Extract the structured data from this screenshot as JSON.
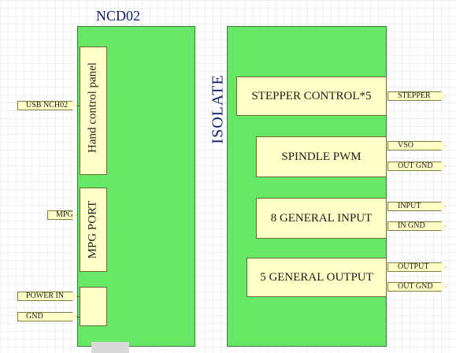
{
  "ncd02": {
    "title": "NCD02",
    "blocks": {
      "hand": "Hand control panel",
      "mpg": "MPG PORT"
    },
    "ports": {
      "usb": "USB NCH02",
      "mpg": "MPG",
      "power_in": "POWER IN",
      "gnd": "GND"
    }
  },
  "isolate": {
    "title": "ISOLATE",
    "blocks": {
      "stepper": "STEPPER CONTROL*5",
      "spindle": "SPINDLE PWM",
      "input": "8 GENERAL INPUT",
      "output": "5 GENERAL OUTPUT"
    },
    "ports": {
      "stepper": "STEPPER",
      "vso": "VSO",
      "out_gnd_1": "OUT GND",
      "input": "INPUT",
      "in_gnd": "IN GND",
      "output": "OUTPUT",
      "out_gnd_2": "OUT GND"
    }
  },
  "colors": {
    "module_fill": "#66e866",
    "block_fill": "#ffffc8",
    "title_text": "#10206a"
  }
}
